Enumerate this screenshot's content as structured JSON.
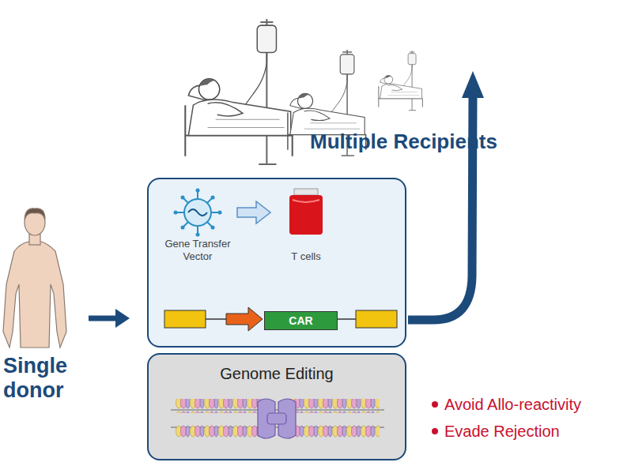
{
  "diagram": {
    "nodes": [
      {
        "text": [
          "Gene Transfer Vector",
          "T cells"
        ]
      },
      {
        "text": [
          "CAR"
        ],
        "in": 0
      },
      {
        "text": [
          "Genome Editing"
        ]
      }
    ],
    "labels": [
      "Single donor",
      "Multiple Recipients",
      "Avoid Allo-reactivity",
      "Evade Rejection"
    ]
  }
}
